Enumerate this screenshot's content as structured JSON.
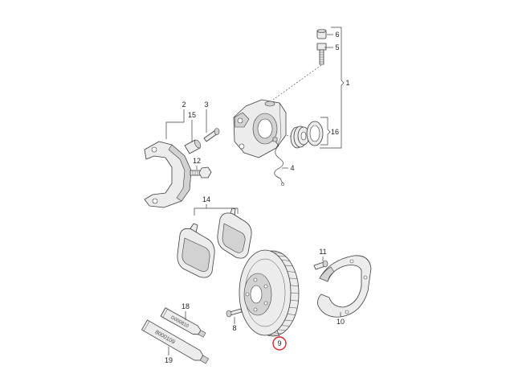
{
  "diagram": {
    "callouts": {
      "c1": "1",
      "c2": "2",
      "c3": "3",
      "c4": "4",
      "c5": "5",
      "c6": "6",
      "c8": "8",
      "c9": "9",
      "c10": "10",
      "c11": "11",
      "c12": "12",
      "c14": "14",
      "c15": "15",
      "c16": "16",
      "c18": "18",
      "c19": "19"
    },
    "tube_labels": {
      "upper": "D000810",
      "lower": "8000109"
    }
  },
  "colors": {
    "background": "#ffffff",
    "line": "#3c3c3c",
    "part_fill": "#ececec",
    "part_shade": "#d2d2d2",
    "highlight": "#d8262c"
  }
}
